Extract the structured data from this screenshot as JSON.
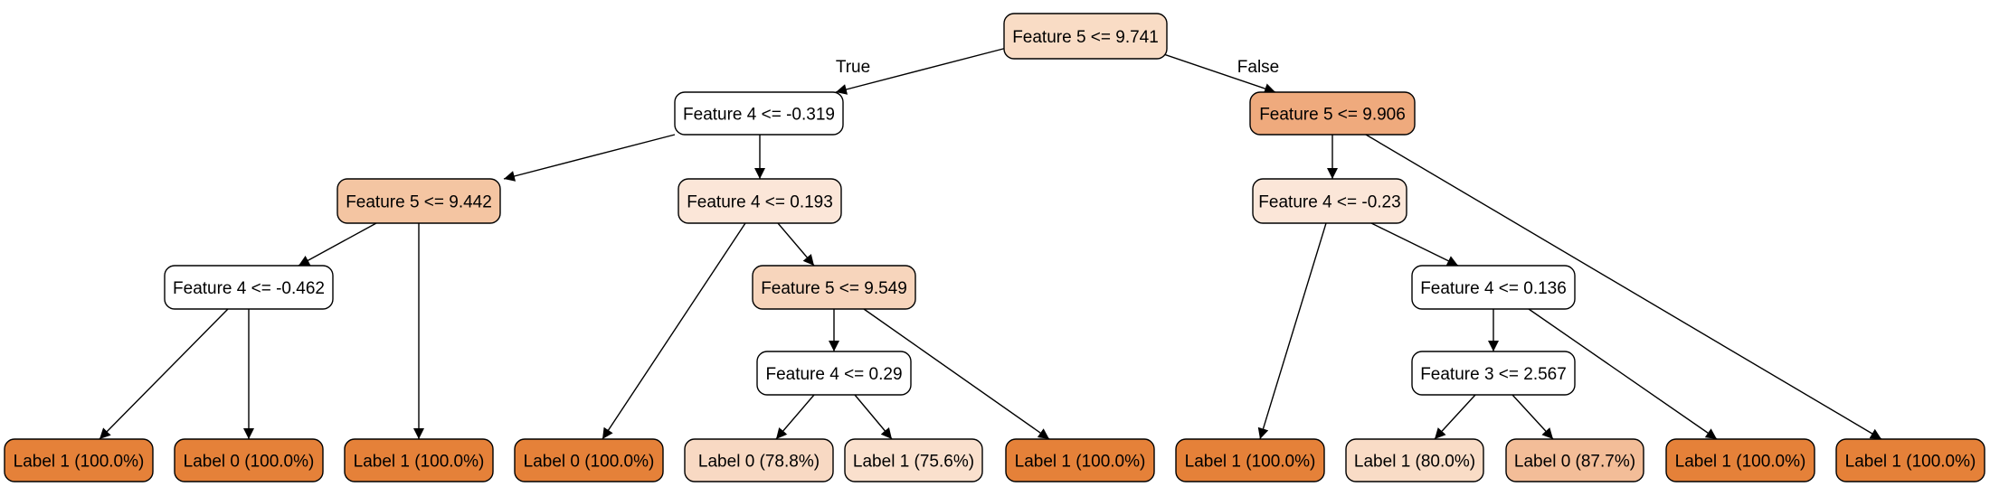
{
  "diagram": {
    "type": "decision-tree",
    "nodes": [
      {
        "id": "n0",
        "label": "Feature 5 <= 9.741",
        "fill": "#f9dcc5"
      },
      {
        "id": "n1",
        "label": "Feature 4 <= -0.319",
        "fill": "#ffffff"
      },
      {
        "id": "n2",
        "label": "Feature 5 <= 9.906",
        "fill": "#efaa7d"
      },
      {
        "id": "n3",
        "label": "Feature 5 <= 9.442",
        "fill": "#f4c5a2"
      },
      {
        "id": "n4",
        "label": "Feature 4 <= 0.193",
        "fill": "#fbe6d8"
      },
      {
        "id": "n5",
        "label": "Feature 4 <= -0.23",
        "fill": "#fbe6d8"
      },
      {
        "id": "n6",
        "label": "Feature 4 <= -0.462",
        "fill": "#ffffff"
      },
      {
        "id": "n7",
        "label": "Feature 5 <= 9.549",
        "fill": "#f7d5bc"
      },
      {
        "id": "n8",
        "label": "Feature 4 <= 0.136",
        "fill": "#ffffff"
      },
      {
        "id": "n9",
        "label": "Feature 4 <= 0.29",
        "fill": "#ffffff"
      },
      {
        "id": "n10",
        "label": "Feature 3 <= 2.567",
        "fill": "#ffffff"
      },
      {
        "id": "l1",
        "label": "Label 1 (100.0%)",
        "fill": "#e58139"
      },
      {
        "id": "l2",
        "label": "Label 0 (100.0%)",
        "fill": "#e58139"
      },
      {
        "id": "l3",
        "label": "Label 1 (100.0%)",
        "fill": "#e58139"
      },
      {
        "id": "l4",
        "label": "Label 0 (100.0%)",
        "fill": "#e58139"
      },
      {
        "id": "l5",
        "label": "Label 0 (78.8%)",
        "fill": "#f8d9c3"
      },
      {
        "id": "l6",
        "label": "Label 1 (75.6%)",
        "fill": "#fae0cd"
      },
      {
        "id": "l7",
        "label": "Label 1 (100.0%)",
        "fill": "#e58139"
      },
      {
        "id": "l8",
        "label": "Label 1 (100.0%)",
        "fill": "#e58139"
      },
      {
        "id": "l9",
        "label": "Label 1 (80.0%)",
        "fill": "#f9dcc6"
      },
      {
        "id": "l10",
        "label": "Label 0 (87.7%)",
        "fill": "#f3bd98"
      },
      {
        "id": "l11",
        "label": "Label 1 (100.0%)",
        "fill": "#e58139"
      },
      {
        "id": "l12",
        "label": "Label 1 (100.0%)",
        "fill": "#e58139"
      }
    ],
    "edges": [
      {
        "from": "n0",
        "to": "n1",
        "label": "True"
      },
      {
        "from": "n0",
        "to": "n2",
        "label": "False"
      },
      {
        "from": "n1",
        "to": "n3",
        "label": ""
      },
      {
        "from": "n1",
        "to": "n4",
        "label": ""
      },
      {
        "from": "n3",
        "to": "n6",
        "label": ""
      },
      {
        "from": "n3",
        "to": "l3",
        "label": ""
      },
      {
        "from": "n6",
        "to": "l1",
        "label": ""
      },
      {
        "from": "n6",
        "to": "l2",
        "label": ""
      },
      {
        "from": "n4",
        "to": "l4",
        "label": ""
      },
      {
        "from": "n4",
        "to": "n7",
        "label": ""
      },
      {
        "from": "n7",
        "to": "n9",
        "label": ""
      },
      {
        "from": "n7",
        "to": "l7",
        "label": ""
      },
      {
        "from": "n9",
        "to": "l5",
        "label": ""
      },
      {
        "from": "n9",
        "to": "l6",
        "label": ""
      },
      {
        "from": "n2",
        "to": "n5",
        "label": ""
      },
      {
        "from": "n2",
        "to": "l12",
        "label": ""
      },
      {
        "from": "n5",
        "to": "l8",
        "label": ""
      },
      {
        "from": "n5",
        "to": "n8",
        "label": ""
      },
      {
        "from": "n8",
        "to": "n10",
        "label": ""
      },
      {
        "from": "n8",
        "to": "l11",
        "label": ""
      },
      {
        "from": "n10",
        "to": "l9",
        "label": ""
      },
      {
        "from": "n10",
        "to": "l10",
        "label": ""
      }
    ]
  }
}
